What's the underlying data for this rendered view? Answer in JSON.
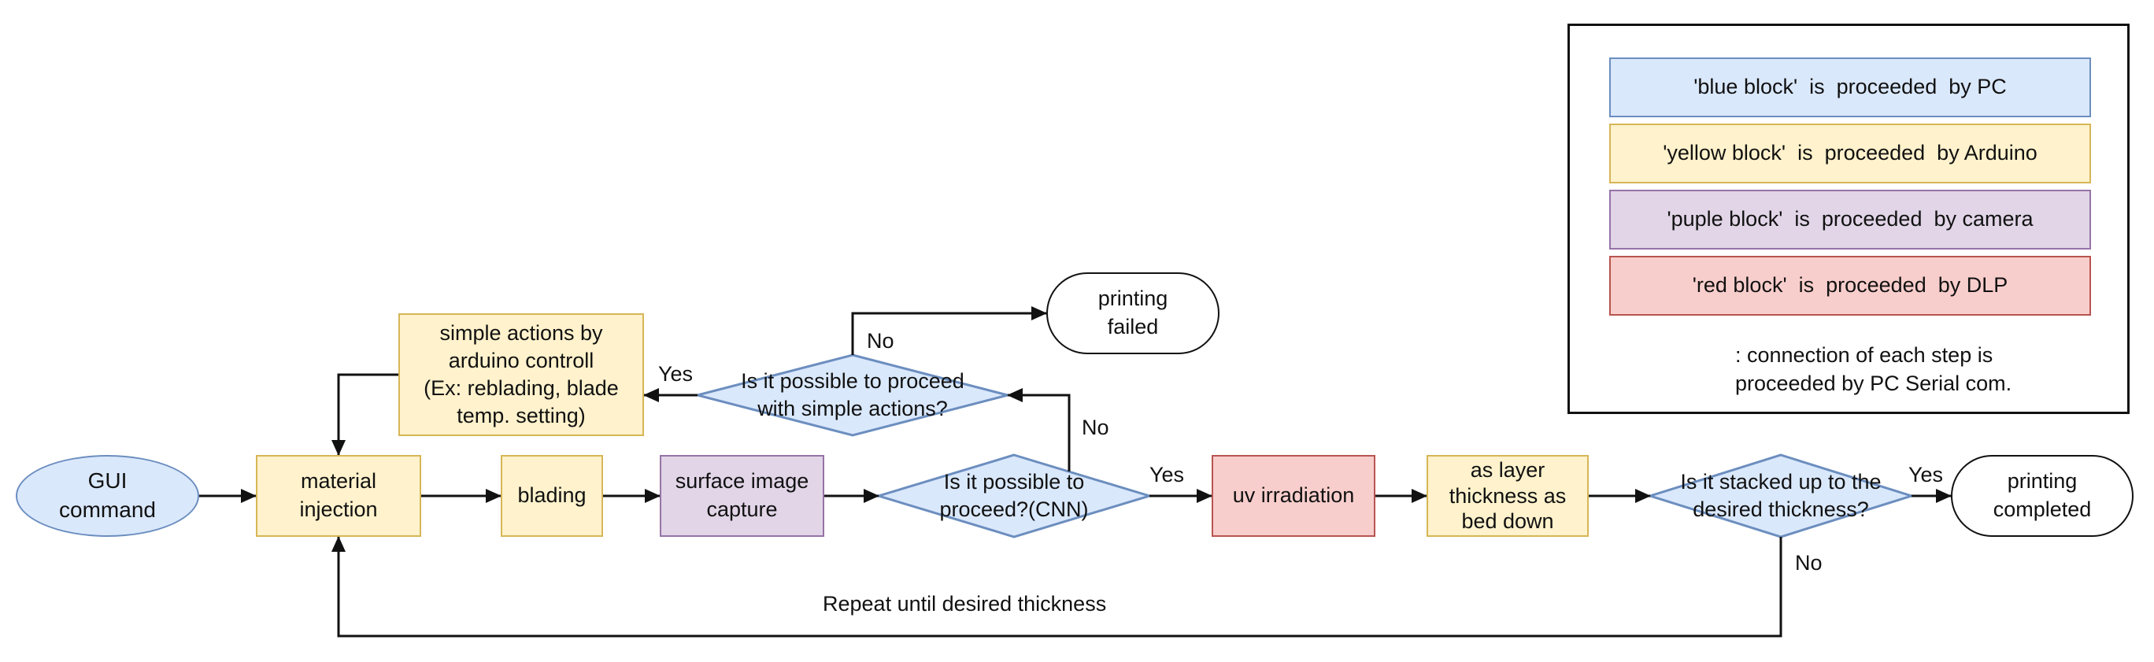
{
  "nodes": {
    "gui": "GUI\ncommand",
    "material": "material\ninjection",
    "blading": "blading",
    "capture": "surface image\ncapture",
    "cnn_check": "Is it possible to\nproceed?(CNN)",
    "uv": "uv irradiation",
    "bed_down": "as layer\nthickness as\nbed down",
    "stack_check": "Is it stacked up to the\ndesired thickness?",
    "completed": "printing\ncompleted",
    "simple_check": "Is it possible to proceed\nwith simple actions?",
    "simple_actions": "simple actions by\narduino controll\n(Ex: reblading, blade\ntemp. setting)",
    "failed": "printing\nfailed"
  },
  "edge_labels": {
    "cnn_yes": "Yes",
    "cnn_no": "No",
    "simple_yes": "Yes",
    "simple_no": "No",
    "stack_yes": "Yes",
    "stack_no": "No",
    "repeat": "Repeat until desired thickness"
  },
  "legend": {
    "blue": "'blue block'  is  proceeded  by PC",
    "yellow": "'yellow block'  is  proceeded  by Arduino",
    "purple": "'puple block'  is  proceeded  by camera",
    "red": "'red block'  is  proceeded  by DLP",
    "arrow": ": connection of each step is\nproceeded by PC Serial com."
  },
  "colors": {
    "blue_fill": "#dae8fc",
    "blue_border": "#6c8ebf",
    "yellow_fill": "#fff2cc",
    "yellow_border": "#d6b656",
    "purple_fill": "#e1d5e7",
    "purple_border": "#9673a6",
    "red_fill": "#f8cecc",
    "red_border": "#b85450"
  }
}
